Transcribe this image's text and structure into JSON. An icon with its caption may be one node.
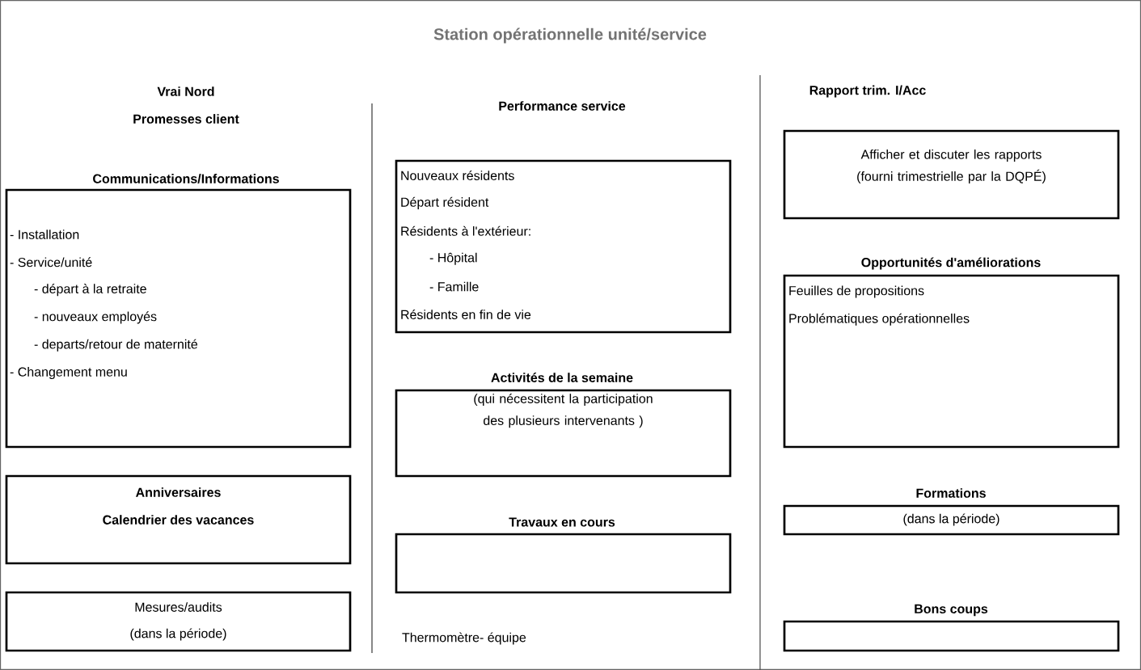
{
  "diagram": {
    "title": "Station opérationnelle unité/service",
    "nodes": [
      {
        "text": [
          "Communications/Informations",
          "- Installation",
          "- Service/unité",
          "- départ à la retraite",
          "- nouveaux employés",
          "- departs/retour de maternité",
          "- Changement menu"
        ]
      },
      {
        "text": [
          "Anniversaires",
          "Calendrier des vacances"
        ]
      },
      {
        "text": [
          "Mesures/audits",
          "(dans la période)"
        ]
      },
      {
        "text": [
          "Performance service",
          "Nouveaux résidents",
          "Départ résident",
          "Résidents à l'extérieur:",
          "- Hôpital",
          "- Famille",
          "Résidents en fin de vie"
        ]
      },
      {
        "text": [
          "Activités de la semaine",
          "(qui nécessitent la participation des plusieurs intervenants )"
        ]
      },
      {
        "text": [
          "Travaux en cours"
        ]
      },
      {
        "text": [
          "Rapport trim. I/Acc",
          "Afficher et discuter les rapports (fourni trimestrielle par la DQPÉ)"
        ]
      },
      {
        "text": [
          "Opportunités d'améliorations",
          "Feuilles de propositions",
          "Problématiques opérationnelles"
        ]
      },
      {
        "text": [
          "Formations",
          "(dans la période)"
        ]
      },
      {
        "text": [
          "Bons coups"
        ]
      }
    ],
    "labels": [
      "Vrai Nord",
      "Promesses client",
      "Thermomètre- équipe"
    ]
  }
}
